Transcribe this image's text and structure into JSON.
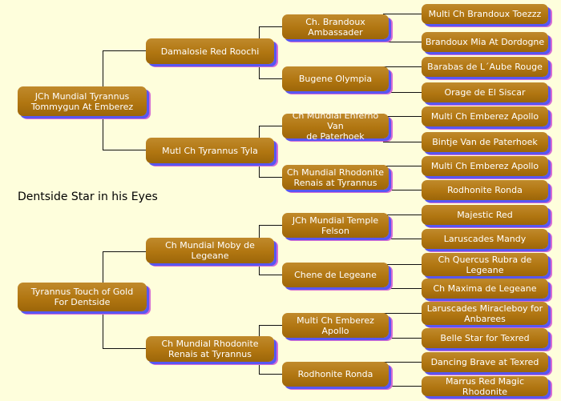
{
  "title": "Dentside Star in his Eyes",
  "pedigree": {
    "sire": {
      "name": "JCh Mundial Tyrannus\nTommygun  At Emberez",
      "sire": {
        "name": "Damalosie Red Roochi",
        "sire": {
          "name": "Ch. Brandoux Ambassader",
          "sire": "Multi Ch Brandoux Toezzz",
          "dam": "Brandoux Mia At Dordogne"
        },
        "dam": {
          "name": "Bugene Olympia",
          "sire": "Barabas de L´Aube Rouge",
          "dam": "Orage de El Siscar"
        }
      },
      "dam": {
        "name": "Mutl Ch Tyrannus Tyla",
        "sire": {
          "name": "Ch Mundial Enferno Van\nde Paterhoek",
          "sire": "Multi Ch Emberez Apollo",
          "dam": "Bintje Van de Paterhoek"
        },
        "dam": {
          "name": "Ch Mundial Rhodonite\nRenais at Tyrannus",
          "sire": "Multi Ch Emberez Apollo",
          "dam": "Rodhonite Ronda"
        }
      }
    },
    "dam": {
      "name": "Tyrannus Touch of Gold\nFor Dentside",
      "sire": {
        "name": "Ch Mundial Moby de Legeane",
        "sire": {
          "name": "JCh Mundial Temple Felson",
          "sire": "Majestic Red",
          "dam": "Laruscades Mandy"
        },
        "dam": {
          "name": "Chene de Legeane",
          "sire": "Ch Quercus Rubra de\nLegeane",
          "dam": "Ch Maxima de Legeane"
        }
      },
      "dam": {
        "name": "Ch Mundial Rhodonite\nRenais at Tyrannus",
        "sire": {
          "name": "Multi Ch Emberez Apollo",
          "sire": "Laruscades Miracleboy for\nAnbarees",
          "dam": "Belle Star for Texred"
        },
        "dam": {
          "name": "Rodhonite Ronda",
          "sire": "Dancing Brave at Texred",
          "dam": "Marrus Red Magic Rhodonite"
        }
      }
    }
  }
}
